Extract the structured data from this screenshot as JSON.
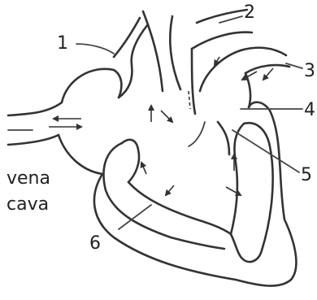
{
  "labels": {
    "l1": "1",
    "l2": "2",
    "l3": "3",
    "l4": "4",
    "l5": "5",
    "l6": "6",
    "vena": "vena",
    "cava": "cava"
  },
  "colors": {
    "stroke": "#333333",
    "background": "#ffffff"
  }
}
